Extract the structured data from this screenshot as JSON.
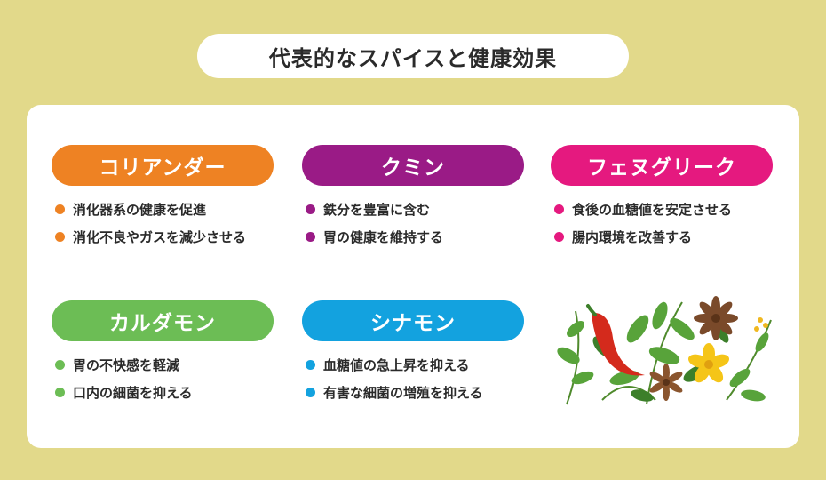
{
  "title": "代表的なスパイスと健康効果",
  "spices": [
    {
      "name": "コリアンダー",
      "color": "#ee8223",
      "benefits": [
        "消化器系の健康を促進",
        "消化不良やガスを減少させる"
      ]
    },
    {
      "name": "クミン",
      "color": "#9a1b86",
      "benefits": [
        "鉄分を豊富に含む",
        "胃の健康を維持する"
      ]
    },
    {
      "name": "フェヌグリーク",
      "color": "#e5197f",
      "benefits": [
        "食後の血糖値を安定させる",
        "腸内環境を改善する"
      ]
    },
    {
      "name": "カルダモン",
      "color": "#6cbd55",
      "benefits": [
        "胃の不快感を軽減",
        "口内の細菌を抑える"
      ]
    },
    {
      "name": "シナモン",
      "color": "#13a2df",
      "benefits": [
        "血糖値の急上昇を抑える",
        "有害な細菌の増殖を抑える"
      ]
    }
  ],
  "illustration": {
    "icon": "spices-herbs-illustration"
  }
}
